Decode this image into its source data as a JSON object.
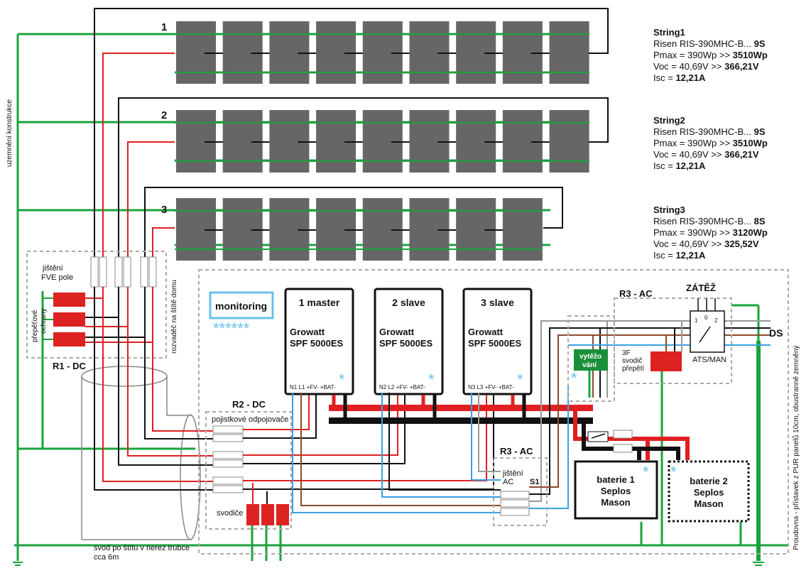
{
  "string_numbers": [
    "1",
    "2",
    "3"
  ],
  "strings": [
    {
      "title": "String1",
      "model": "Risen RIS-390MHC-B...",
      "count": "9S",
      "pmax": "Pmax = 390Wp >>",
      "pmax_total": "3510Wp",
      "voc": "Voc = 40,69V >>",
      "voc_total": "366,21V",
      "isc": "Isc =",
      "isc_val": "12,21A"
    },
    {
      "title": "String2",
      "model": "Risen RIS-390MHC-B...",
      "count": "9S",
      "pmax": "Pmax = 390Wp >>",
      "pmax_total": "3510Wp",
      "voc": "Voc = 40,69V >>",
      "voc_total": "366,21V",
      "isc": "Isc =",
      "isc_val": "12,21A"
    },
    {
      "title": "String3",
      "model": "Risen RIS-390MHC-B...",
      "count": "8S",
      "pmax": "Pmax = 390Wp >>",
      "pmax_total": "3120Wp",
      "voc": "Voc = 40,69V >>",
      "voc_total": "325,52V",
      "isc": "Isc =",
      "isc_val": "12,21A"
    }
  ],
  "labels": {
    "grounding": "uzemnění konstrukce",
    "fve_fuse_1": "jištění",
    "fve_fuse_2": "FVE pole",
    "surge_1": "přepěťové",
    "surge_2": "ochrany",
    "roof_box": "rozvaděč na štítě domu",
    "r1": "R1 - DC",
    "r2": "R2 - DC",
    "fuse_disconnectors": "pojistkové odpojovače",
    "arresters": "svodiče",
    "conduit_1": "svod po štítu v nerez trubce",
    "conduit_2": "cca 6m",
    "monitoring": "monitoring",
    "monitoring_stars": "******",
    "r3_ac_top": "R3 - AC",
    "r3_ac_bottom": "R3 - AC",
    "ac_fuse_1": "jištění",
    "ac_fuse_2": "AC",
    "s1": "S1",
    "load": "ZÁTĚŽ",
    "ds": "DS",
    "weighing_1": "vytěžo",
    "weighing_2": "vání",
    "surge3f_1": "3F",
    "surge3f_2": "svodič",
    "surge3f_3": "přepětí",
    "ats": "ATS/MAN",
    "ats_positions": [
      "1",
      "0",
      "2"
    ],
    "right_note_1": "Proudovna - přístavek z PUR panelů 10cm, obustranně zemněný",
    "battery1": [
      "baterie 1",
      "Seplos",
      "Mason"
    ],
    "battery2": [
      "baterie 2",
      "Seplos",
      "Mason"
    ]
  },
  "inverters": [
    {
      "name": "1 master",
      "brand": "Growatt",
      "model": "SPF 5000ES",
      "terms": "N1 L1     +FV-    +BAT-"
    },
    {
      "name": "2 slave",
      "brand": "Growatt",
      "model": "SPF 5000ES",
      "terms": "N2 L2     +FV-    +BAT-"
    },
    {
      "name": "3 slave",
      "brand": "Growatt",
      "model": "SPF 5000ES",
      "terms": "N3 L3     +FV-    +BAT-"
    }
  ],
  "colors": {
    "panel": "#666666",
    "ground": "#1aa33c",
    "dc_pos": "#e02020",
    "dc_neg": "#111111",
    "ac_blue": "#3aa0e0",
    "ac_brown": "#8b4a2b",
    "ac_grey": "#999999",
    "fuse_red": "#dd2222",
    "weigh_green": "#1a8f3a",
    "star": "#6ac0ee"
  }
}
